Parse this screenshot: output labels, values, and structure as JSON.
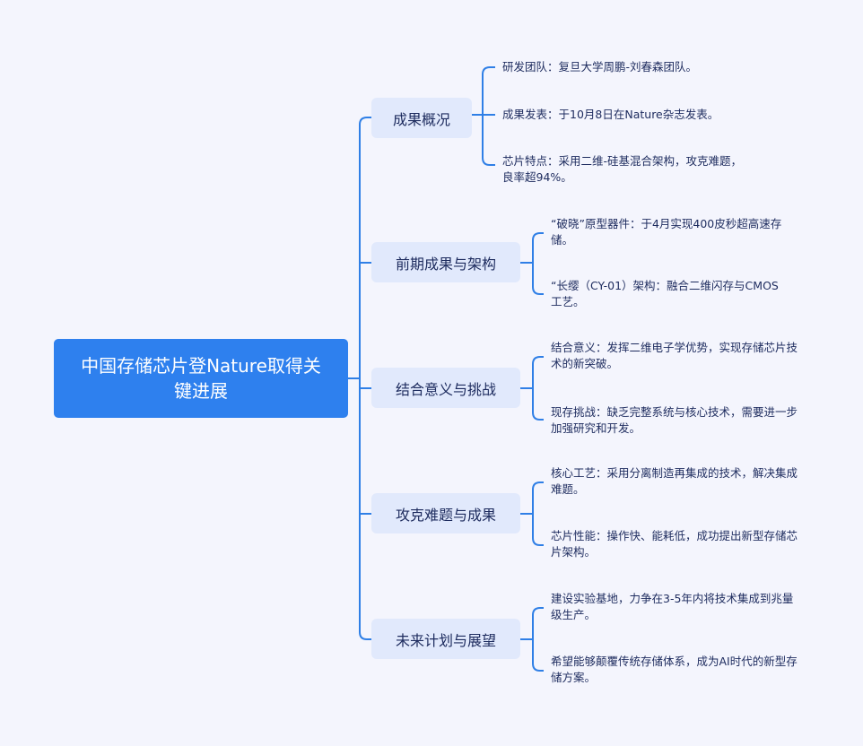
{
  "root": {
    "title": "中国存储芯片登Nature取得关键进展"
  },
  "branches": [
    {
      "label": "成果概况",
      "leaves": [
        "研发团队：复旦大学周鹏-刘春森团队。",
        "成果发表：于10月8日在Nature杂志发表。",
        "芯片特点：采用二维-硅基混合架构，攻克难题，良率超94%。"
      ]
    },
    {
      "label": "前期成果与架构",
      "leaves": [
        "“破晓”原型器件：于4月实现400皮秒超高速存储。",
        "“长缨（CY-01）架构：融合二维闪存与CMOS工艺。"
      ]
    },
    {
      "label": "结合意义与挑战",
      "leaves": [
        "结合意义：发挥二维电子学优势，实现存储芯片技术的新突破。",
        "现存挑战：缺乏完整系统与核心技术，需要进一步加强研究和开发。"
      ]
    },
    {
      "label": "攻克难题与成果",
      "leaves": [
        "核心工艺：采用分离制造再集成的技术，解决集成难题。",
        "芯片性能：操作快、能耗低，成功提出新型存储芯片架构。"
      ]
    },
    {
      "label": "未来计划与展望",
      "leaves": [
        "建设实验基地，力争在3-5年内将技术集成到兆量级生产。",
        "希望能够颠覆传统存储体系，成为AI时代的新型存储方案。"
      ]
    }
  ],
  "colors": {
    "root": "#2e80ee",
    "branch_bg": "#e1e9fc",
    "line": "#2f7fe6",
    "text": "#1d2b5e",
    "background": "#f4f5fd"
  }
}
